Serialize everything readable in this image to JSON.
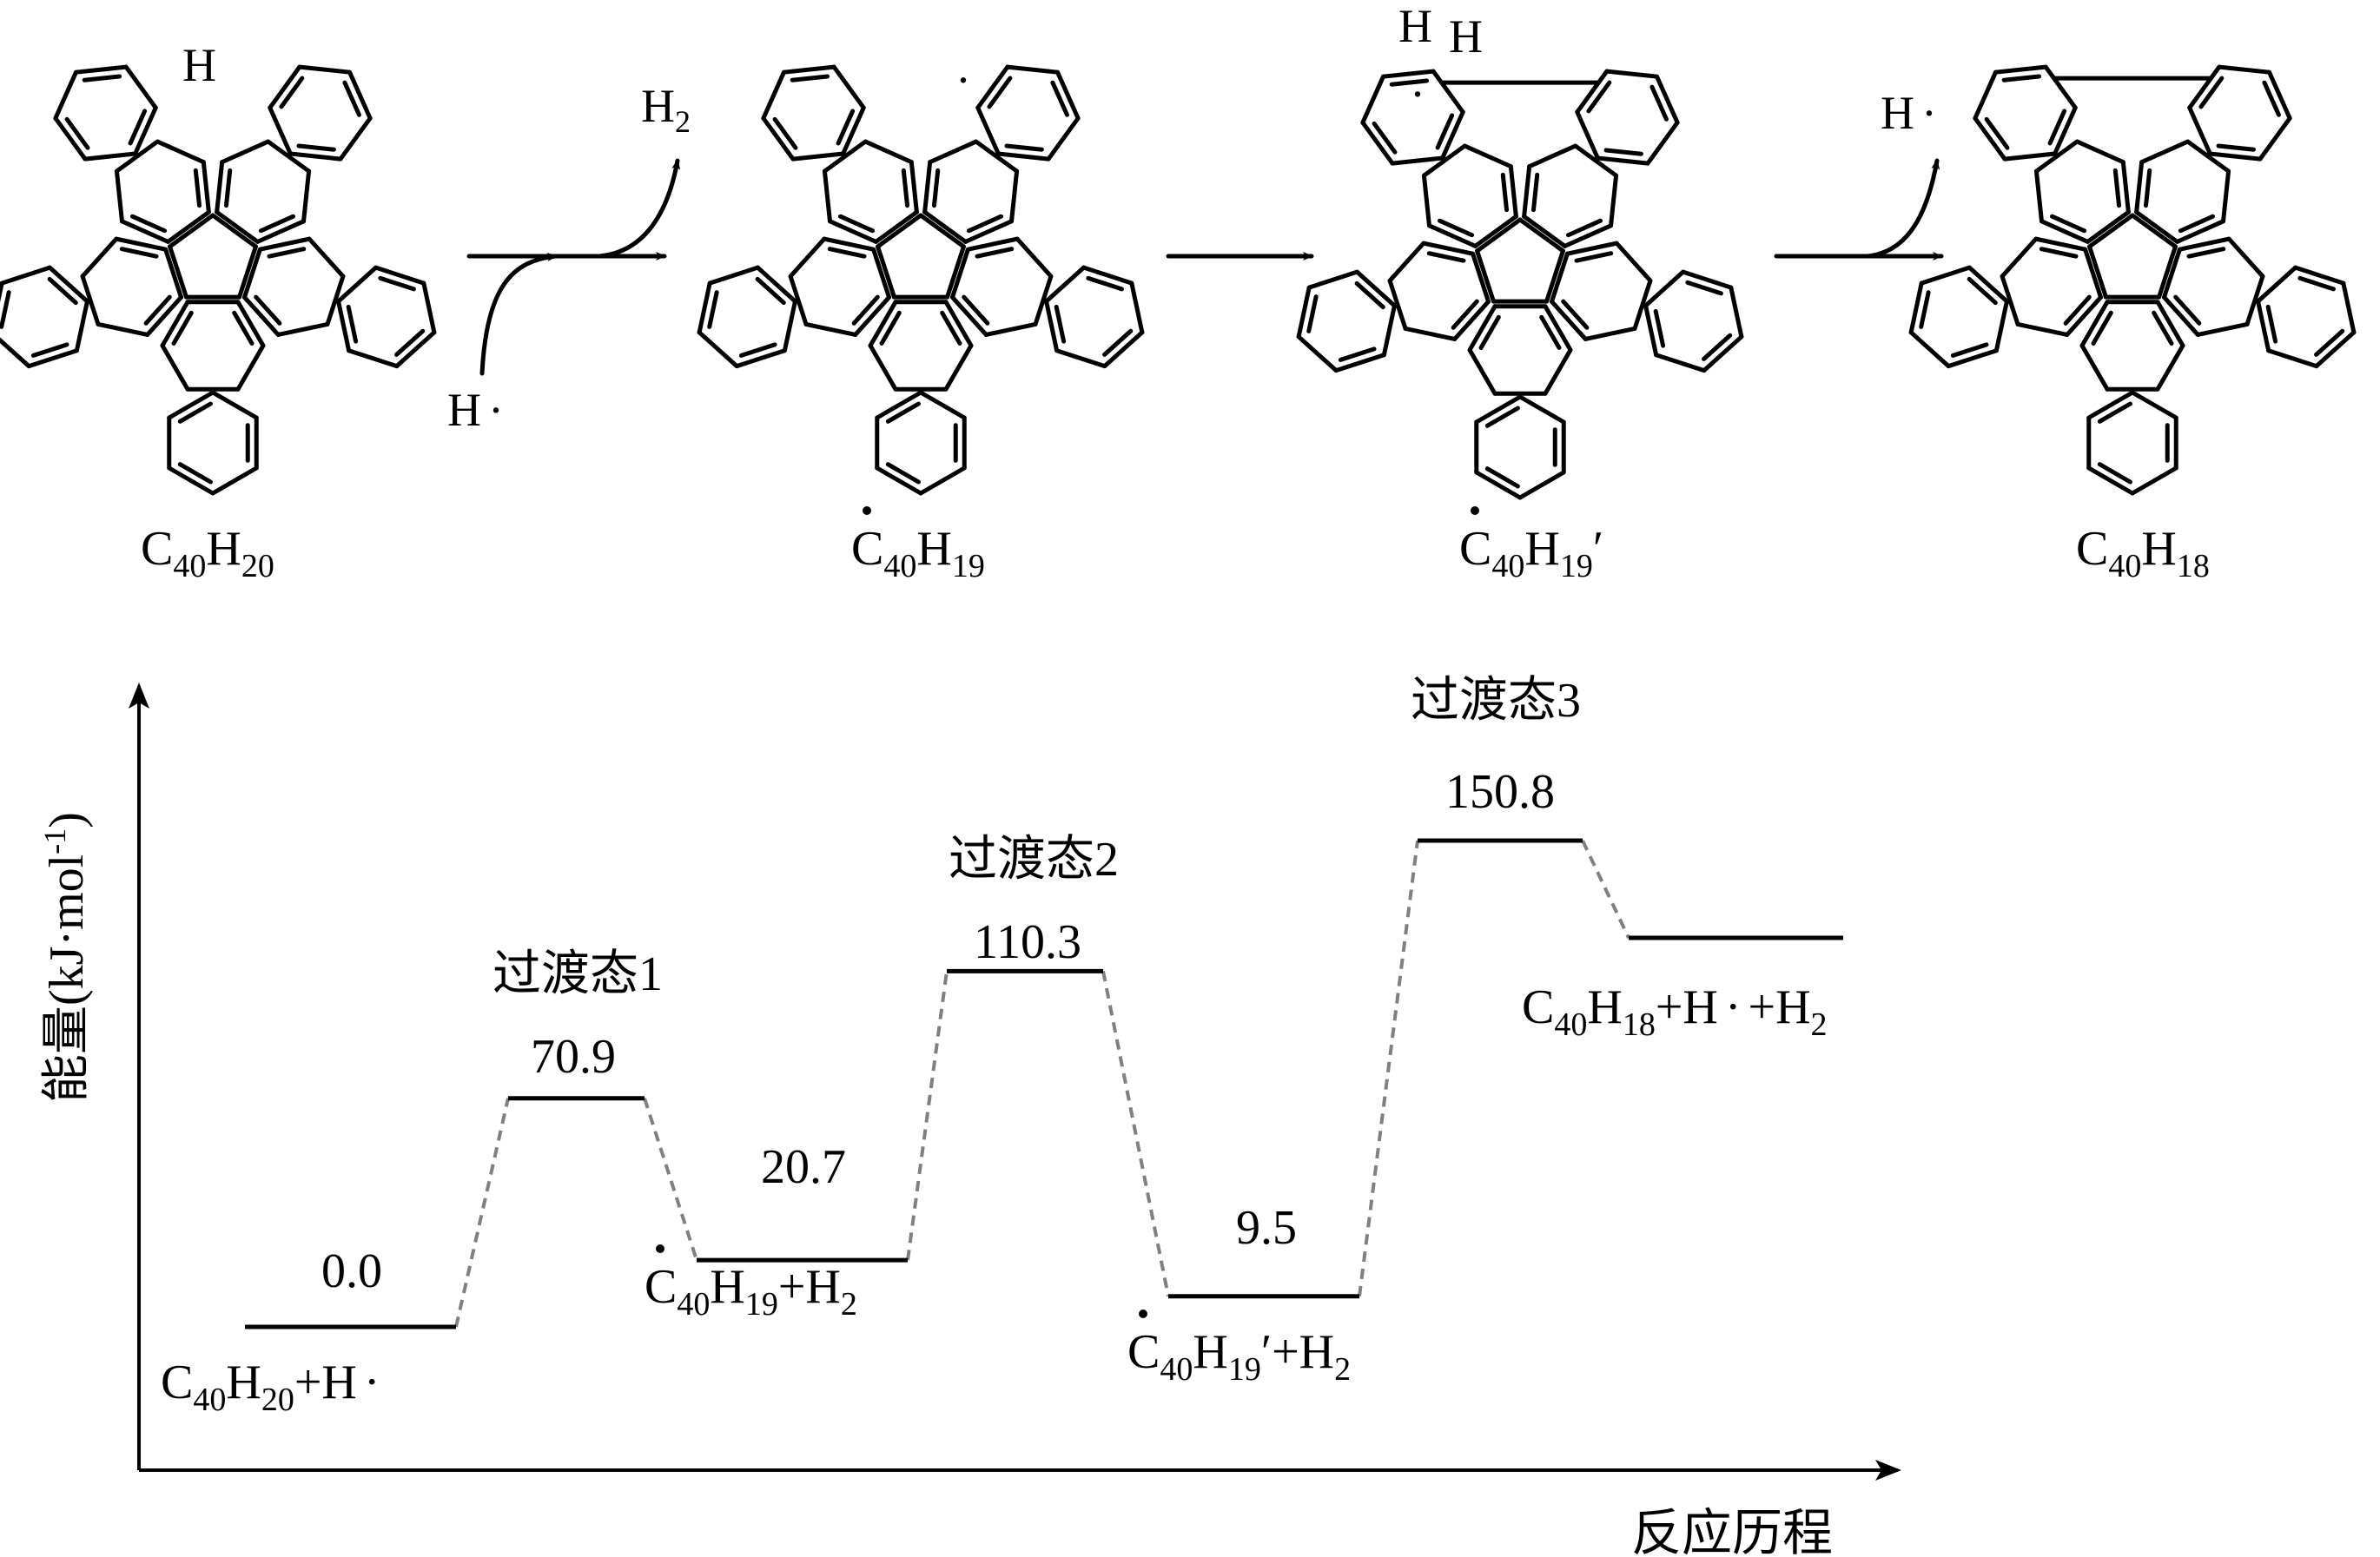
{
  "molecules": [
    {
      "id": "c40h20",
      "name": {
        "base": "C",
        "sub1": "40",
        "mid": "H",
        "sub2": "20",
        "radical": false,
        "prime": ""
      },
      "annotation": "H"
    },
    {
      "id": "c40h19",
      "name": {
        "base": "C",
        "sub1": "40",
        "mid": "H",
        "sub2": "19",
        "radical": true,
        "prime": ""
      },
      "annotation": "·"
    },
    {
      "id": "c40h19p",
      "name": {
        "base": "C",
        "sub1": "40",
        "mid": "H",
        "sub2": "19",
        "radical": true,
        "prime": "′"
      },
      "annotation": "H H"
    },
    {
      "id": "c40h18",
      "name": {
        "base": "C",
        "sub1": "40",
        "mid": "H",
        "sub2": "18",
        "radical": false,
        "prime": ""
      },
      "annotation": ""
    }
  ],
  "reaction_arrows": [
    {
      "reactant_in": "H·",
      "product_out": "H2"
    },
    {
      "reactant_in": "",
      "product_out": ""
    },
    {
      "reactant_in": "",
      "product_out": "H·"
    }
  ],
  "scheme_text": {
    "h_atom": "H",
    "h_radical": "H·",
    "h2_base": "H",
    "h2_sub": "2",
    "prime": "′"
  },
  "energy_diagram": {
    "y_axis_label": "能量(kJ·mol",
    "y_axis_label_sup": "-1",
    "y_axis_label_end": ")",
    "x_axis_label": "反应历程",
    "levels": [
      {
        "energy": 0.0,
        "energy_label": "0.0",
        "kind": "species",
        "species_label": "C40H20+H·"
      },
      {
        "energy": 70.9,
        "energy_label": "70.9",
        "kind": "transition_state",
        "ts_label": "过渡态1"
      },
      {
        "energy": 20.7,
        "energy_label": "20.7",
        "kind": "species",
        "species_label": "Ċ40H19+H2"
      },
      {
        "energy": 110.3,
        "energy_label": "110.3",
        "kind": "transition_state",
        "ts_label": "过渡态2"
      },
      {
        "energy": 9.5,
        "energy_label": "9.5",
        "kind": "species",
        "species_label": "Ċ40H19′+H2"
      },
      {
        "energy": 150.8,
        "energy_label": "150.8",
        "kind": "transition_state",
        "ts_label": "过渡态3"
      },
      {
        "energy": null,
        "energy_label": "",
        "kind": "species",
        "species_label": "C40H18+H·+H2"
      }
    ],
    "colors": {
      "level_line": "#000000",
      "connector": "#808080",
      "axis": "#000000"
    }
  }
}
